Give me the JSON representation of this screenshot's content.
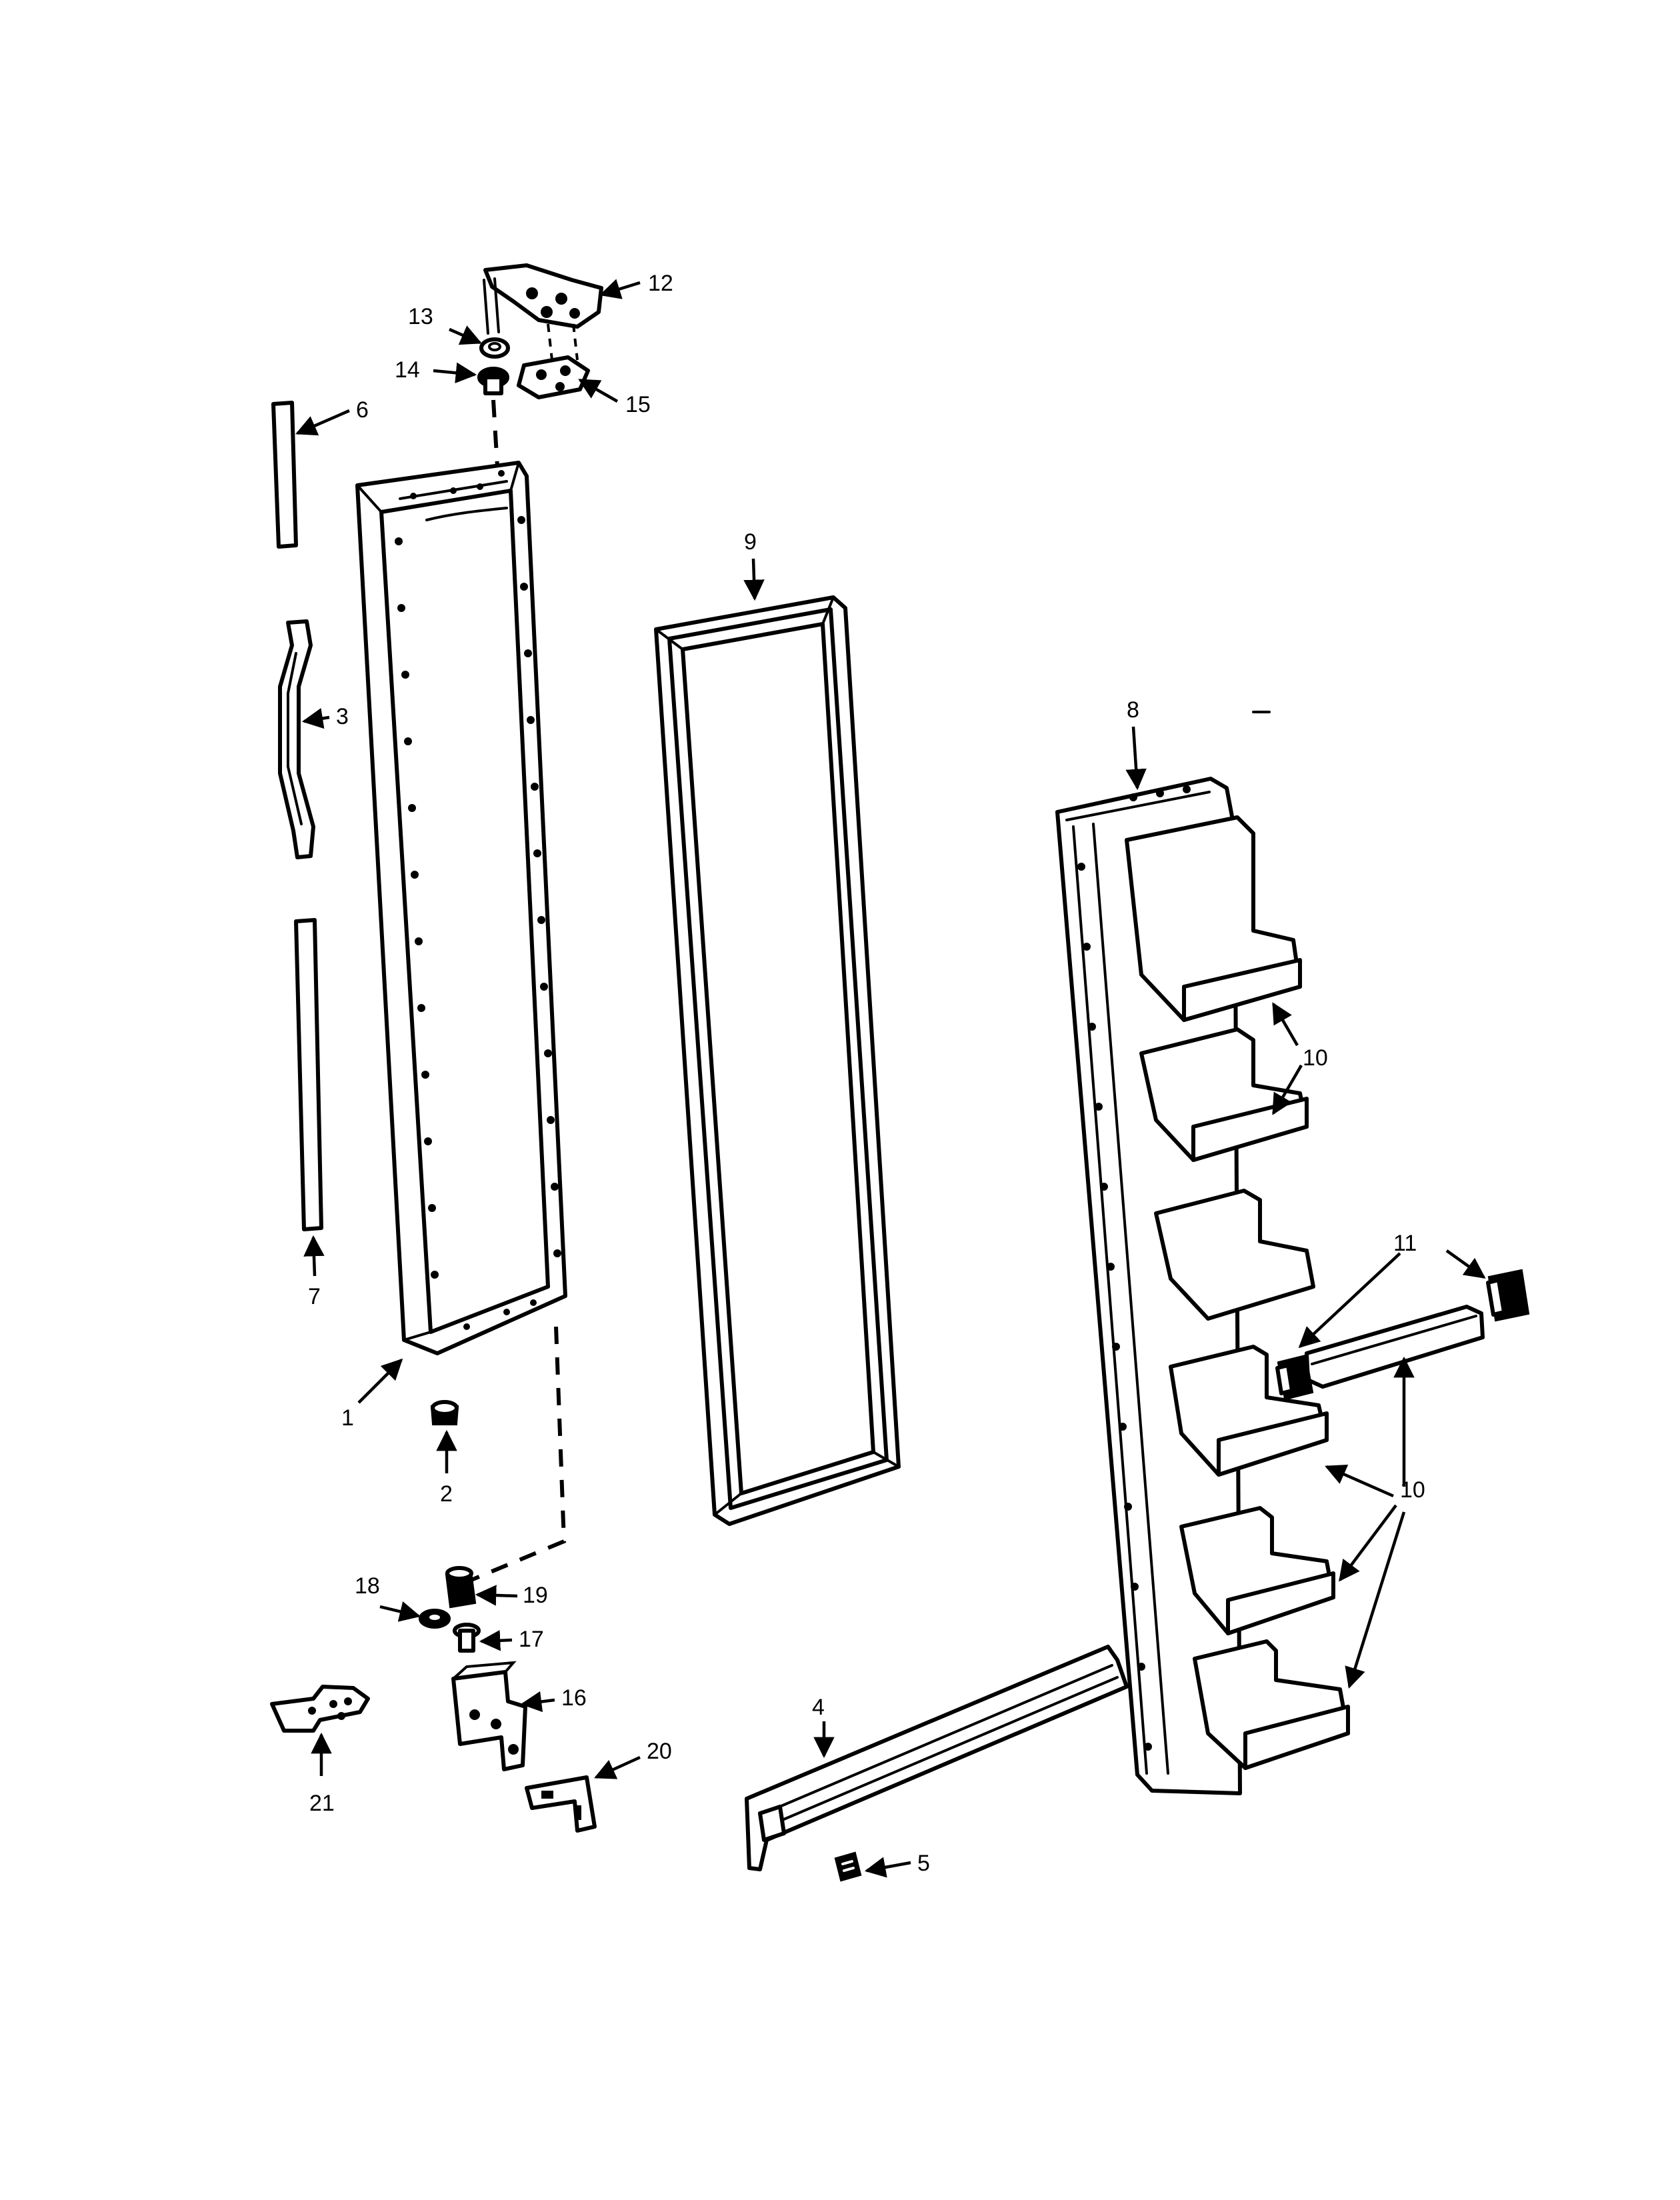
{
  "diagram": {
    "callouts": {
      "c1": "1",
      "c2": "2",
      "c3": "3",
      "c4": "4",
      "c5": "5",
      "c6": "6",
      "c7": "7",
      "c8": "8",
      "c9": "9",
      "c10a": "10",
      "c10b": "10",
      "c11": "11",
      "c12": "12",
      "c13": "13",
      "c14": "14",
      "c15": "15",
      "c16": "16",
      "c17": "17",
      "c18": "18",
      "c19": "19",
      "c20": "20",
      "c21": "21"
    }
  }
}
